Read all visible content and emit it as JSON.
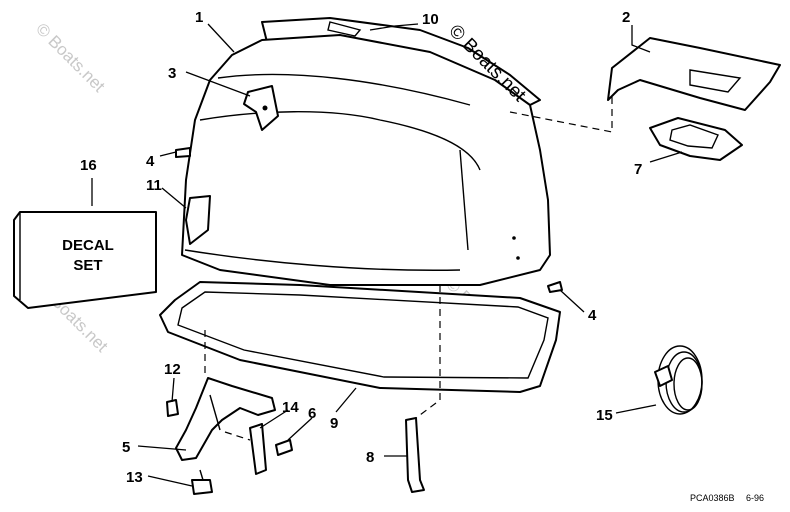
{
  "diagram": {
    "callouts": [
      "1",
      "2",
      "3",
      "4",
      "5",
      "6",
      "7",
      "8",
      "9",
      "10",
      "11",
      "12",
      "13",
      "14",
      "15",
      "16"
    ],
    "callout_4_second": "4",
    "decal_box": {
      "line1": "DECAL",
      "line2": "SET"
    },
    "watermark_main": "© Boats.net",
    "watermark_faint": "© Boats.net",
    "part_code": "PCA0386B",
    "date_code": "6-96"
  }
}
